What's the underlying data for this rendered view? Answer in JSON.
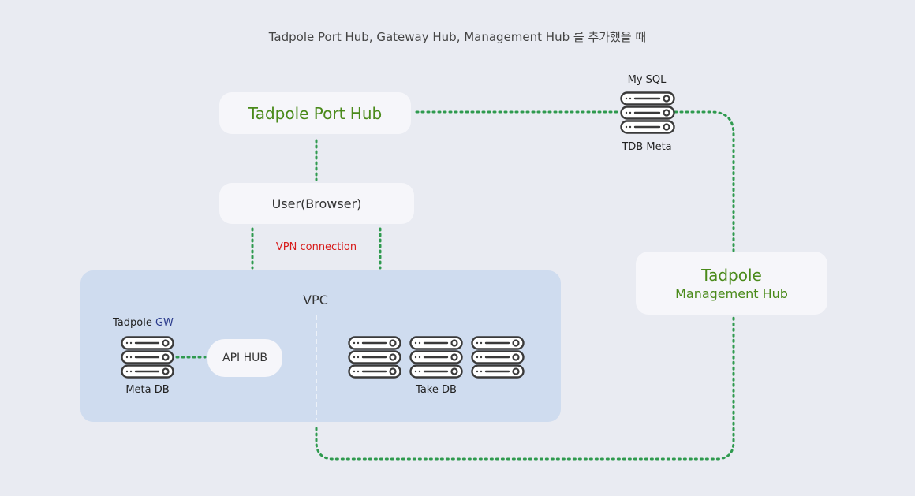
{
  "title": "Tadpole Port Hub, Gateway Hub, Management Hub 를 추가했을 때",
  "port_hub": "Tadpole Port Hub",
  "user_browser": "User(Browser)",
  "vpn_label": "VPN connection",
  "vpc_label": "VPC",
  "gw": {
    "prefix": "Tadpole",
    "accent": "GW"
  },
  "meta_db_label": "Meta DB",
  "api_hub": "API HUB",
  "take_db_label": "Take DB",
  "mysql_label": "My SQL",
  "tdb_meta_label": "TDB Meta",
  "mgmt_hub": {
    "line1": "Tadpole",
    "line2": "Management Hub"
  },
  "colors": {
    "background": "#e9ebf2",
    "box": "#f6f6fa",
    "vpc_fill": "#cfdcef",
    "dotted_line": "#2f9a4f",
    "brand_green": "#4a8a1a",
    "vpn_red": "#d81b1b",
    "gw_blue": "#2a3a8c"
  },
  "icons": [
    "server-stack-icon"
  ]
}
